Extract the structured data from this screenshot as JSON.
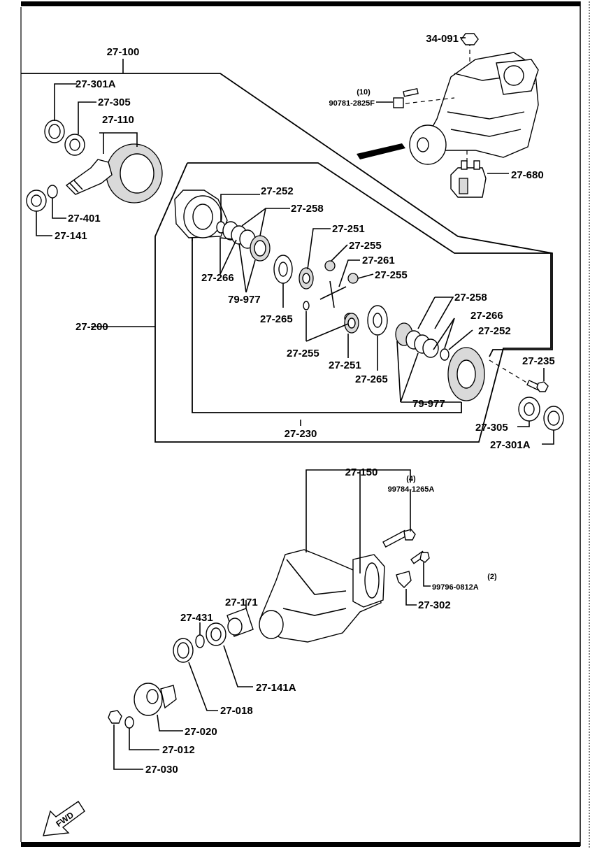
{
  "parts": {
    "p34091": "34-091",
    "p90781_qty": "(10)",
    "p90781": "90781-2825F",
    "p27680": "27-680",
    "p27100": "27-100",
    "p27301A_top": "27-301A",
    "p27305_top": "27-305",
    "p27110": "27-110",
    "p27401": "27-401",
    "p27141": "27-141",
    "p27252_a": "27-252",
    "p27258_a": "27-258",
    "p27251_a": "27-251",
    "p27255_a": "27-255",
    "p27261": "27-261",
    "p27255_b": "27-255",
    "p27266_a": "27-266",
    "p79977_a": "79-977",
    "p27265_a": "27-265",
    "p27200": "27-200",
    "p27258_b": "27-258",
    "p27266_b": "27-266",
    "p27252_b": "27-252",
    "p27255_c": "27-255",
    "p27251_b": "27-251",
    "p27265_b": "27-265",
    "p79977_b": "79-977",
    "p27235": "27-235",
    "p27305_bot": "27-305",
    "p27301A_bot": "27-301A",
    "p27230": "27-230",
    "p27150": "27-150",
    "p99784_qty": "(4)",
    "p99784": "99784-1265A",
    "p99796_qty": "(2)",
    "p99796": "99796-0812A",
    "p27302": "27-302",
    "p27171": "27-171",
    "p27431": "27-431",
    "p27141A": "27-141A",
    "p27018": "27-018",
    "p27020": "27-020",
    "p27012": "27-012",
    "p27030": "27-030"
  },
  "fwd_label": "FWD"
}
